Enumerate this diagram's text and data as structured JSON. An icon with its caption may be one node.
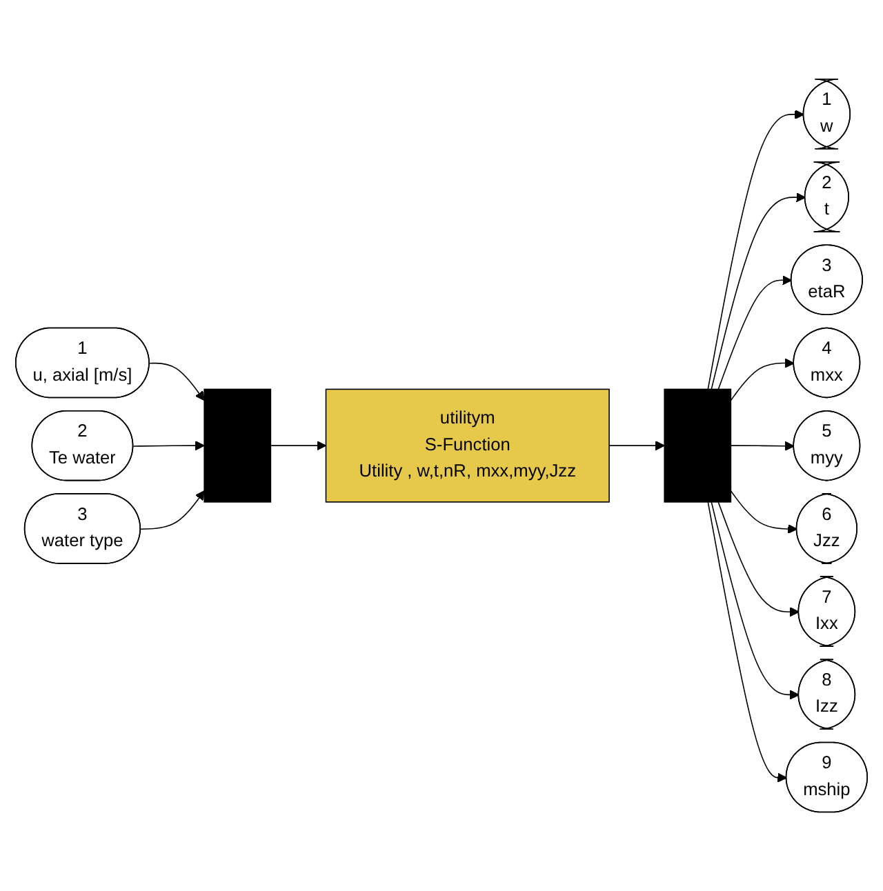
{
  "diagram": {
    "nodes": [
      {
        "text": [
          "1",
          "u, axial [m/s]"
        ]
      },
      {
        "text": [
          "2",
          "Te water"
        ]
      },
      {
        "text": [
          "3",
          "water type"
        ]
      },
      {
        "text": [],
        "shape": "bar"
      },
      {
        "text": [
          "utilitym",
          "S-Function",
          "Utility , w,t,nR, mxx,myy,Jzz"
        ]
      },
      {
        "text": [],
        "shape": "bar"
      },
      {
        "text": [
          "1",
          "w"
        ]
      },
      {
        "text": [
          "2",
          "t"
        ]
      },
      {
        "text": [
          "3",
          "etaR"
        ]
      },
      {
        "text": [
          "4",
          "mxx"
        ]
      },
      {
        "text": [
          "5",
          "myy"
        ]
      },
      {
        "text": [
          "6",
          "Jzz"
        ]
      },
      {
        "text": [
          "7",
          "Ixx"
        ]
      },
      {
        "text": [
          "8",
          "Izz"
        ]
      },
      {
        "text": [
          "9",
          "mship"
        ]
      }
    ],
    "edges": [
      {
        "from": 0,
        "to": 3,
        "arrow": "to"
      },
      {
        "from": 1,
        "to": 3,
        "arrow": "to"
      },
      {
        "from": 2,
        "to": 3,
        "arrow": "to"
      },
      {
        "from": 3,
        "to": 4,
        "arrow": "to"
      },
      {
        "from": 4,
        "to": 5,
        "arrow": "to"
      },
      {
        "from": 5,
        "to": 6,
        "arrow": "to"
      },
      {
        "from": 5,
        "to": 7,
        "arrow": "to"
      },
      {
        "from": 5,
        "to": 8,
        "arrow": "to"
      },
      {
        "from": 5,
        "to": 9,
        "arrow": "to"
      },
      {
        "from": 5,
        "to": 10,
        "arrow": "to"
      },
      {
        "from": 5,
        "to": 11,
        "arrow": "to"
      },
      {
        "from": 5,
        "to": 12,
        "arrow": "to"
      },
      {
        "from": 5,
        "to": 13,
        "arrow": "to"
      },
      {
        "from": 5,
        "to": 14,
        "arrow": "to"
      }
    ]
  }
}
